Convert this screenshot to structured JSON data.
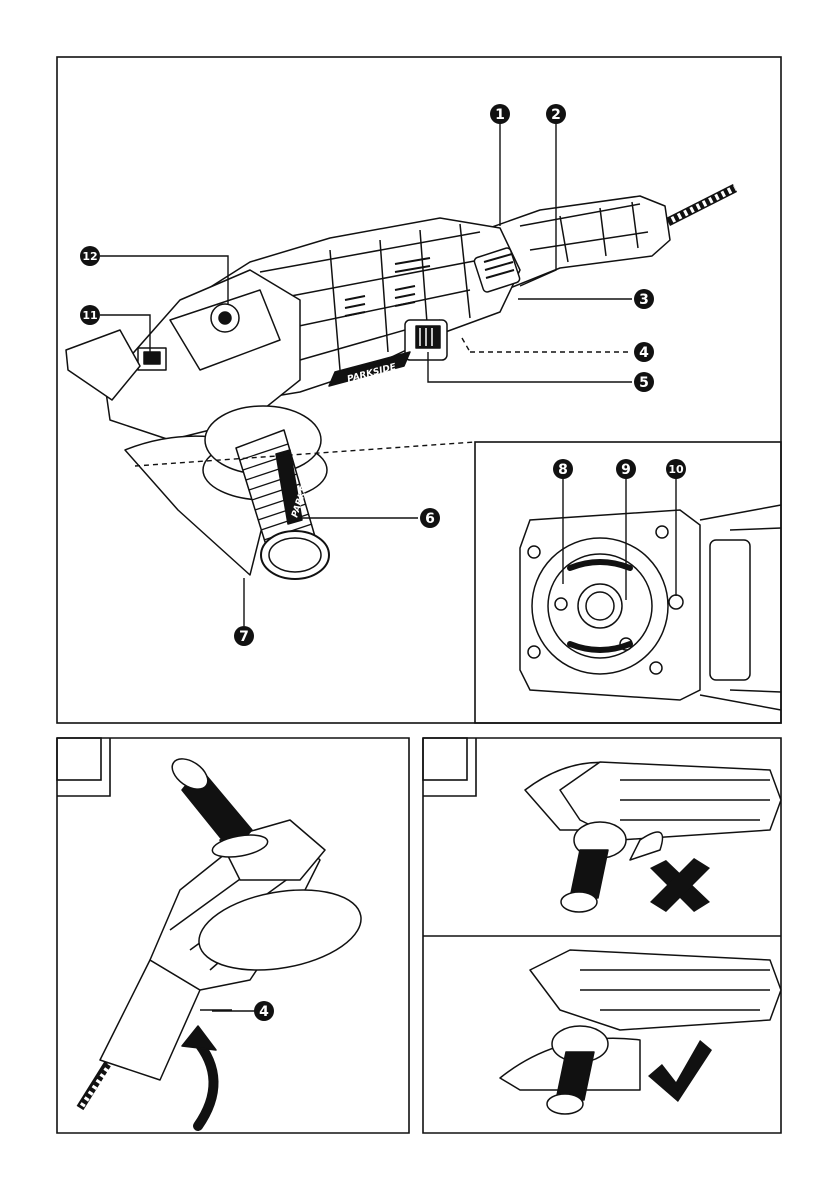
{
  "figure_main": {
    "callouts": [
      {
        "id": "c1",
        "label": "1"
      },
      {
        "id": "c2",
        "label": "2"
      },
      {
        "id": "c3",
        "label": "3"
      },
      {
        "id": "c4",
        "label": "4"
      },
      {
        "id": "c5",
        "label": "5"
      },
      {
        "id": "c6",
        "label": "6"
      },
      {
        "id": "c7",
        "label": "7"
      },
      {
        "id": "c11",
        "label": "11"
      },
      {
        "id": "c12",
        "label": "12"
      }
    ]
  },
  "figure_detail": {
    "callouts": [
      {
        "id": "c8",
        "label": "8"
      },
      {
        "id": "c9",
        "label": "9"
      },
      {
        "id": "c10",
        "label": "10"
      }
    ]
  },
  "figure_rotate": {
    "callout_label": "4"
  },
  "brand": {
    "name": "PARKSIDE"
  },
  "colors": {
    "line": "#111111",
    "background": "#ffffff"
  }
}
